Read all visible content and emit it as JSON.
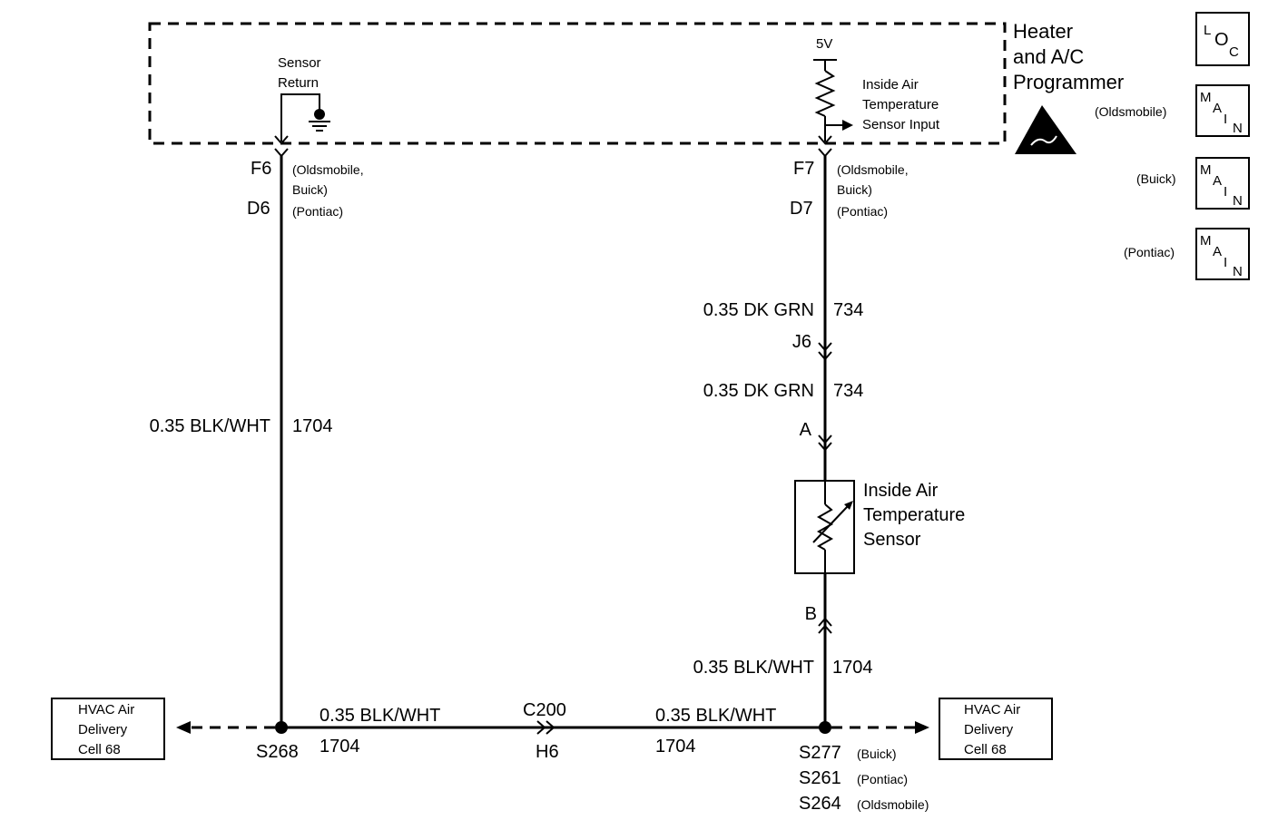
{
  "module": {
    "title_lines": [
      "Heater",
      "and A/C",
      "Programmer"
    ],
    "supply": "5V",
    "sensor_return_lines": [
      "Sensor",
      "Return"
    ],
    "sensor_input_lines": [
      "Inside Air",
      "Temperature",
      "Sensor Input"
    ]
  },
  "legend": {
    "loc_letters": [
      "L",
      "O",
      "C"
    ],
    "main_letters": [
      "M",
      "A",
      "I",
      "N"
    ],
    "oldsmobile": "(Oldsmobile)",
    "buick": "(Buick)",
    "pontiac": "(Pontiac)"
  },
  "left_pin": {
    "pin1": "F6",
    "pin1_note_lines": [
      "(Oldsmobile,",
      "Buick)"
    ],
    "pin2": "D6",
    "pin2_note": "(Pontiac)"
  },
  "right_pin": {
    "pin1": "F7",
    "pin1_note_lines": [
      "(Oldsmobile,",
      "Buick)"
    ],
    "pin2": "D7",
    "pin2_note": "(Pontiac)"
  },
  "wires": {
    "dk_grn_upper": "0.35 DK GRN",
    "dk_grn_upper_num": "734",
    "connector_j6": "J6",
    "dk_grn_lower": "0.35 DK GRN",
    "dk_grn_lower_num": "734",
    "pin_a": "A",
    "pin_b": "B",
    "blk_right": "0.35 BLK/WHT",
    "blk_right_num": "1704",
    "blk_left": "0.35 BLK/WHT",
    "blk_left_num": "1704",
    "blk_bottom_left": "0.35 BLK/WHT",
    "blk_bottom_left_num": "1704",
    "blk_bottom_right": "0.35 BLK/WHT",
    "blk_bottom_right_num": "1704",
    "connector_c200": "C200",
    "connector_h6": "H6"
  },
  "sensor": {
    "label_lines": [
      "Inside Air",
      "Temperature",
      "Sensor"
    ]
  },
  "splices": {
    "left": "S268",
    "right": [
      {
        "id": "S277",
        "note": "(Buick)"
      },
      {
        "id": "S261",
        "note": "(Pontiac)"
      },
      {
        "id": "S264",
        "note": "(Oldsmobile)"
      }
    ]
  },
  "hvac_left": [
    "HVAC Air",
    "Delivery",
    "Cell 68"
  ],
  "hvac_right": [
    "HVAC Air",
    "Delivery",
    "Cell 68"
  ]
}
